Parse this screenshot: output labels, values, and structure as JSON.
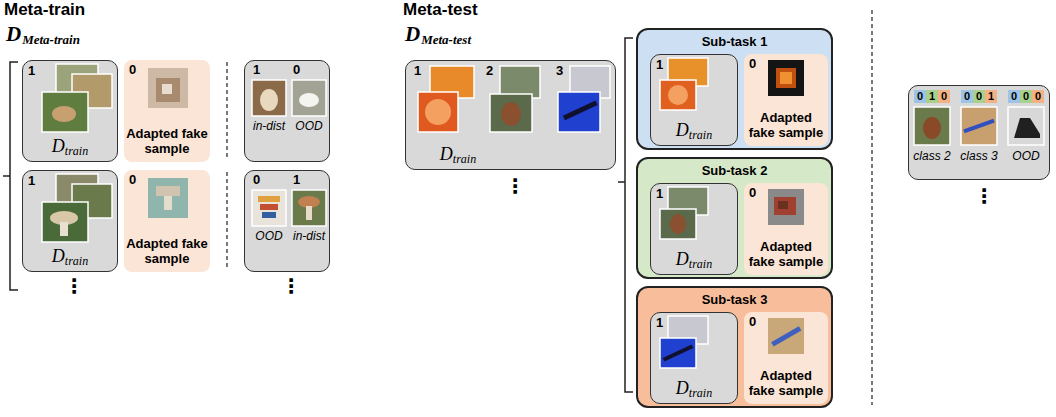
{
  "diagram": {
    "nodes": [
      {
        "text": [
          "1",
          "D",
          "train"
        ]
      },
      {
        "text": [
          "0",
          "Adapted fake sample"
        ]
      },
      {
        "text": [
          "1",
          "0",
          "in-dist",
          "OOD"
        ]
      },
      {
        "text": [
          "1",
          "D",
          "train"
        ]
      },
      {
        "text": [
          "0",
          "Adapted fake sample"
        ]
      },
      {
        "text": [
          "0",
          "1",
          "OOD",
          "in-dist"
        ]
      },
      {
        "text": [
          "1",
          "2",
          "3",
          "D",
          "train"
        ]
      },
      {
        "text": [
          "Sub-task 1"
        ]
      },
      {
        "text": [
          "1",
          "D",
          "train"
        ],
        "in": 7
      },
      {
        "text": [
          "0",
          "Adapted fake sample"
        ],
        "in": 7
      },
      {
        "text": [
          "Sub-task 2"
        ]
      },
      {
        "text": [
          "1",
          "D",
          "train"
        ],
        "in": 10
      },
      {
        "text": [
          "0",
          "Adapted fake sample"
        ],
        "in": 10
      },
      {
        "text": [
          "Sub-task 3"
        ]
      },
      {
        "text": [
          "1",
          "D",
          "train"
        ],
        "in": 13
      },
      {
        "text": [
          "0",
          "Adapted fake sample"
        ],
        "in": 13
      },
      {
        "text": [
          "0",
          "1",
          "0",
          "0",
          "0",
          "1",
          "0",
          "0",
          "0",
          "class 2",
          "class 3",
          "OOD"
        ]
      }
    ],
    "labels": [
      "Meta-train",
      "D",
      "Meta-train",
      "Meta-test",
      "D",
      "Meta-test",
      "⋮",
      "⋮",
      "⋮",
      "⋮"
    ]
  }
}
